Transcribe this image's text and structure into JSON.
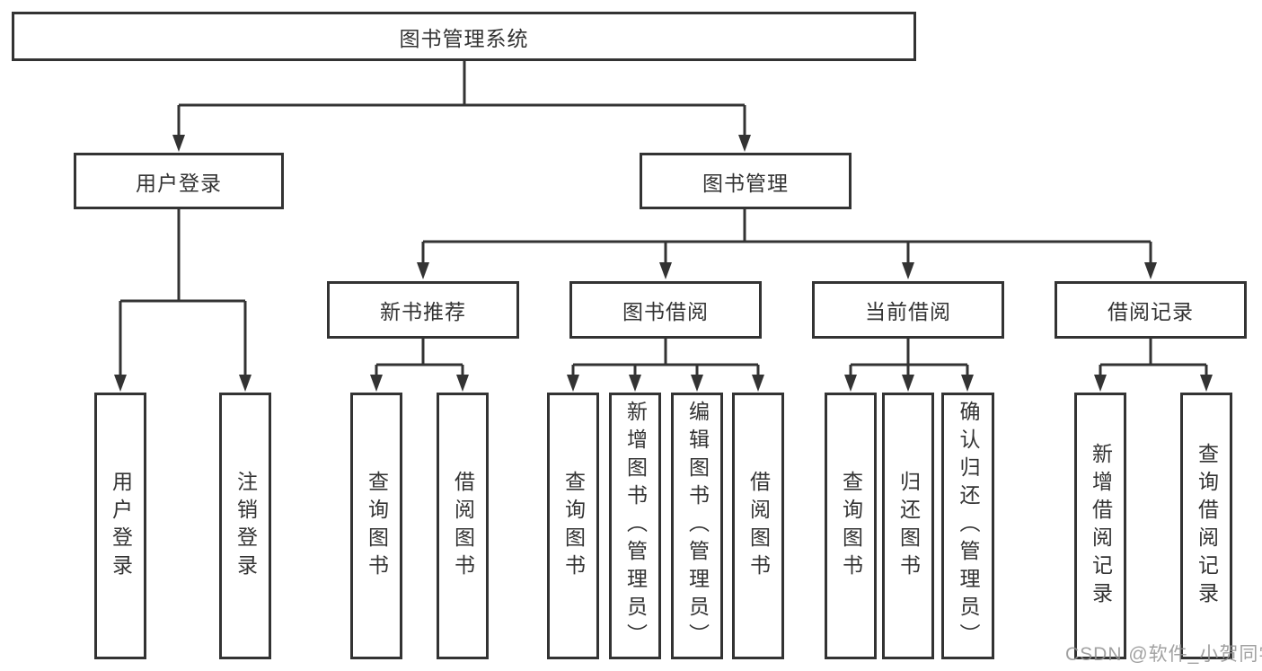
{
  "diagram": {
    "root": {
      "label": "图书管理系统"
    },
    "level2": [
      {
        "label": "用户登录"
      },
      {
        "label": "图书管理"
      }
    ],
    "level3": [
      {
        "label": "新书推荐"
      },
      {
        "label": "图书借阅"
      },
      {
        "label": "当前借阅"
      },
      {
        "label": "借阅记录"
      }
    ],
    "leaves": {
      "user_login": [
        "用户登录",
        "注销登录"
      ],
      "new_books": [
        "查询图书",
        "借阅图书"
      ],
      "book_borrow": [
        "查询图书",
        "新增图书（管理员）",
        "编辑图书（管理员）",
        "借阅图书"
      ],
      "current_borrow": [
        "查询图书",
        "归还图书",
        "确认归还（管理员）"
      ],
      "borrow_records": [
        "新增借阅记录",
        "查询借阅记录"
      ]
    },
    "colors": {
      "line": "#333333",
      "box_border": "#333333",
      "text": "#333333",
      "watermark": "#919191",
      "background": "#ffffff"
    },
    "watermark": "CSDN @软件_小贺同学"
  }
}
